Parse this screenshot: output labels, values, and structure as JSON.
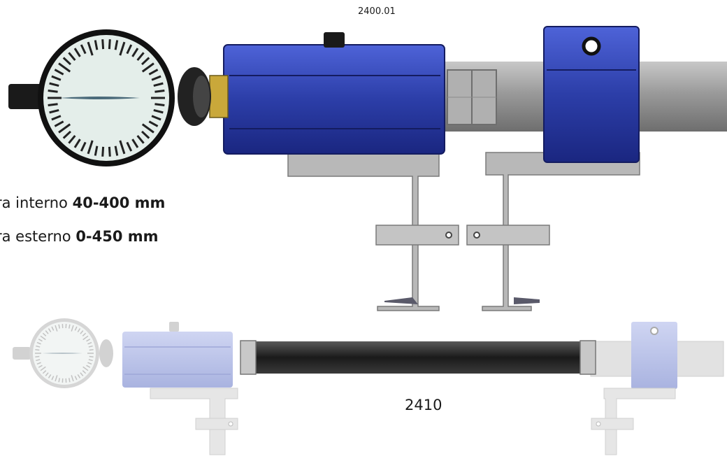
{
  "labels": {
    "code_top": "2400.01",
    "code_bottom": "2410",
    "range_internal_text": "ra interno",
    "range_internal_value": "40-400 mm",
    "range_external_text": "ra esterno",
    "range_external_value": "0-450 mm"
  },
  "colors": {
    "body_blue": "#2c3ea8",
    "body_blue_dark": "#1a2680",
    "steel": "#9a9a9a",
    "steel_dark": "#6e6e6e",
    "clamp": "#b4b4b4",
    "dial_face": "#e4eeea",
    "black": "#1a1a1a",
    "ghost_blue": "#b7bfe6",
    "ghost_gray": "#d6d6d6"
  },
  "icons": [
    "dial-gauge-icon",
    "clamp-icon",
    "extension-rod-icon"
  ]
}
